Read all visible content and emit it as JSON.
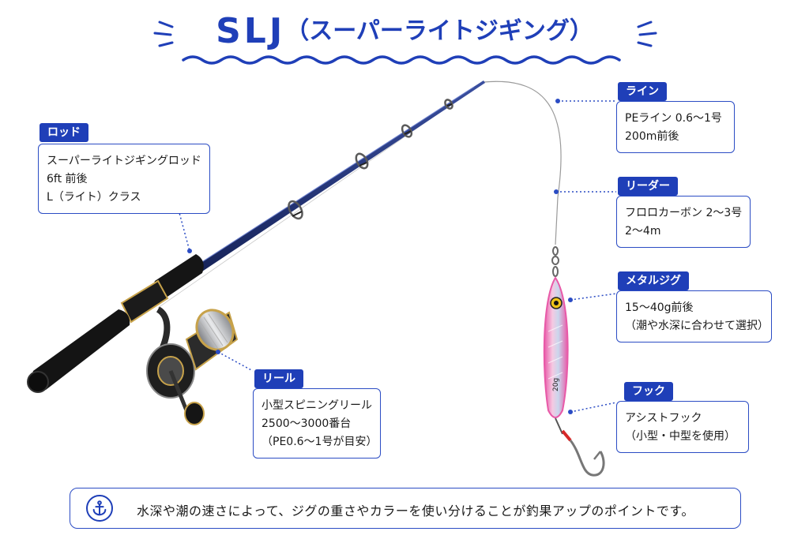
{
  "title": {
    "main": "SLJ",
    "sub": "（スーパーライトジギング）"
  },
  "rod": {
    "tag": "ロッド",
    "lines": [
      "スーパーライトジギングロッド",
      "6ft 前後",
      "L（ライト）クラス"
    ]
  },
  "reel": {
    "tag": "リール",
    "lines": [
      "小型スピニングリール",
      "2500〜3000番台",
      "（PE0.6〜1号が目安）"
    ]
  },
  "line": {
    "tag": "ライン",
    "lines": [
      "PEライン 0.6〜1号",
      "200m前後"
    ]
  },
  "leader": {
    "tag": "リーダー",
    "lines": [
      "フロロカーボン 2〜3号",
      "2〜4m"
    ]
  },
  "jig": {
    "tag": "メタルジグ",
    "lines": [
      "15〜40g前後",
      "（潮や水深に合わせて選択）"
    ],
    "weight_marking": "20g"
  },
  "hook": {
    "tag": "フック",
    "lines": [
      "アシストフック",
      "（小型・中型を使用）"
    ]
  },
  "tip": {
    "icon": "anchor-icon",
    "text": "水深や潮の速さによって、ジグの重さやカラーを使い分けることが釣果アップのポイントです。"
  },
  "colors": {
    "accent": "#1f3fb8",
    "rod_blank": "#1c2a6e",
    "jig_pink": "#e85aa8",
    "jig_silver": "#c9d6ec"
  }
}
